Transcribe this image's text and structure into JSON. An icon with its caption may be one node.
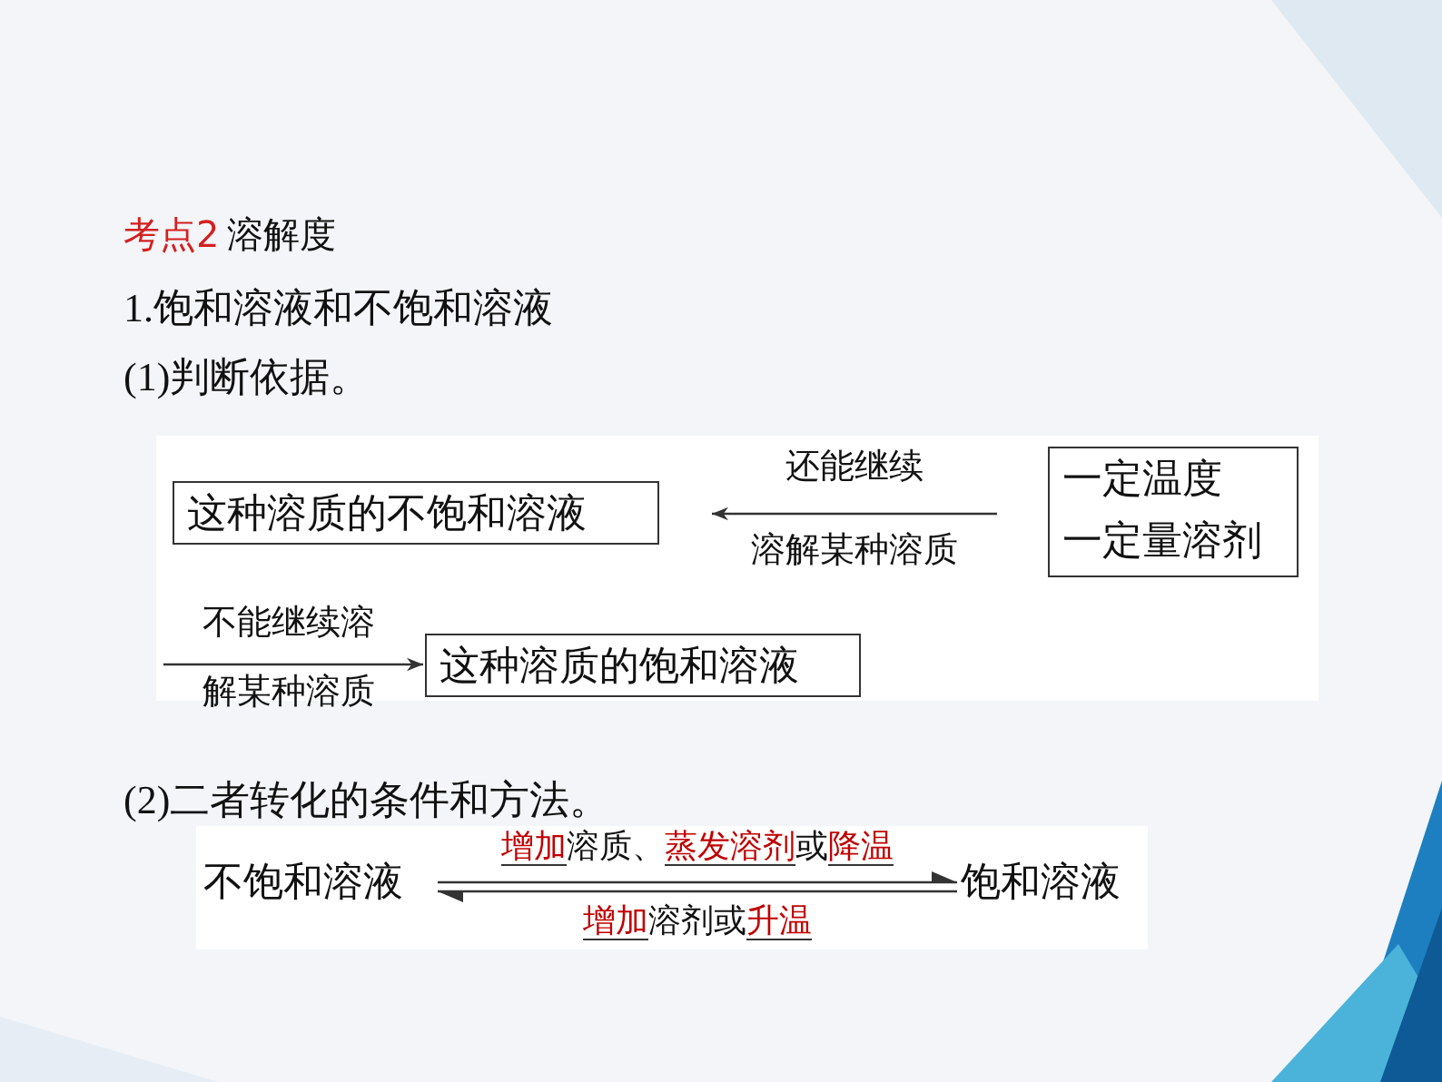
{
  "diagram": {
    "nodes": [
      {
        "text": [
          "这种溶质的不饱和溶液"
        ]
      },
      {
        "text": [
          "一定温度",
          "一定量溶剂"
        ]
      },
      {
        "text": [
          "这种溶质的饱和溶液"
        ]
      },
      {
        "text": [
          "不饱和溶液"
        ]
      },
      {
        "text": [
          "饱和溶液"
        ]
      }
    ],
    "edges": [
      {
        "from": 1,
        "to": 0,
        "arrow": "to",
        "label": "还能继续"
      },
      {
        "from": null,
        "to": 2,
        "arrow": "to",
        "label": "不能继续溶"
      },
      {
        "from": 3,
        "to": 4,
        "arrow": "to",
        "label": "**增加**溶质、**蒸发溶剂**或**降温**"
      },
      {
        "from": 4,
        "to": 3,
        "arrow": "to",
        "label": "**增加**溶剂或**升温**"
      }
    ],
    "labels": [
      "考点2",
      "溶解度",
      "1.饱和溶液和不饱和溶液",
      "(1)判断依据。",
      "溶解某种溶质",
      "解某种溶质",
      "(2)二者转化的条件和方法。"
    ]
  }
}
